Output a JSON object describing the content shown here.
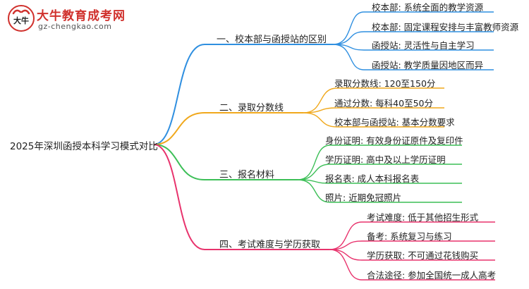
{
  "logo": {
    "title": "大牛教育成考网",
    "url": "gz-chengkao.com",
    "mark_text": "大牛"
  },
  "root": "2025年深圳函授本科学习模式对比",
  "colors": {
    "branch1": "#2f8fe0",
    "branch2": "#f0a81c",
    "branch3": "#3cbf57",
    "branch4": "#e8336d"
  },
  "branches": [
    {
      "label": "一、校本部与函授站的区别",
      "leaves": [
        "校本部: 系统全面的教学资源",
        "校本部: 固定课程安排与丰富教师资源",
        "函授站: 灵活性与自主学习",
        "函授站: 教学质量因地区而异"
      ]
    },
    {
      "label": "二、录取分数线",
      "leaves": [
        "录取分数线: 120至150分",
        "通过分数: 每科40至50分",
        "校本部与函授站: 基本分数要求"
      ]
    },
    {
      "label": "三、报名材料",
      "leaves": [
        "身份证明: 有效身份证原件及复印件",
        "学历证明: 高中及以上学历证明",
        "报名表: 成人本科报名表",
        "照片: 近期免冠照片"
      ]
    },
    {
      "label": "四、考试难度与学历获取",
      "leaves": [
        "考试难度: 低于其他招生形式",
        "备考: 系统复习与练习",
        "学历获取: 不可通过花钱购买",
        "合法途径: 参加全国统一成人高考"
      ]
    }
  ]
}
